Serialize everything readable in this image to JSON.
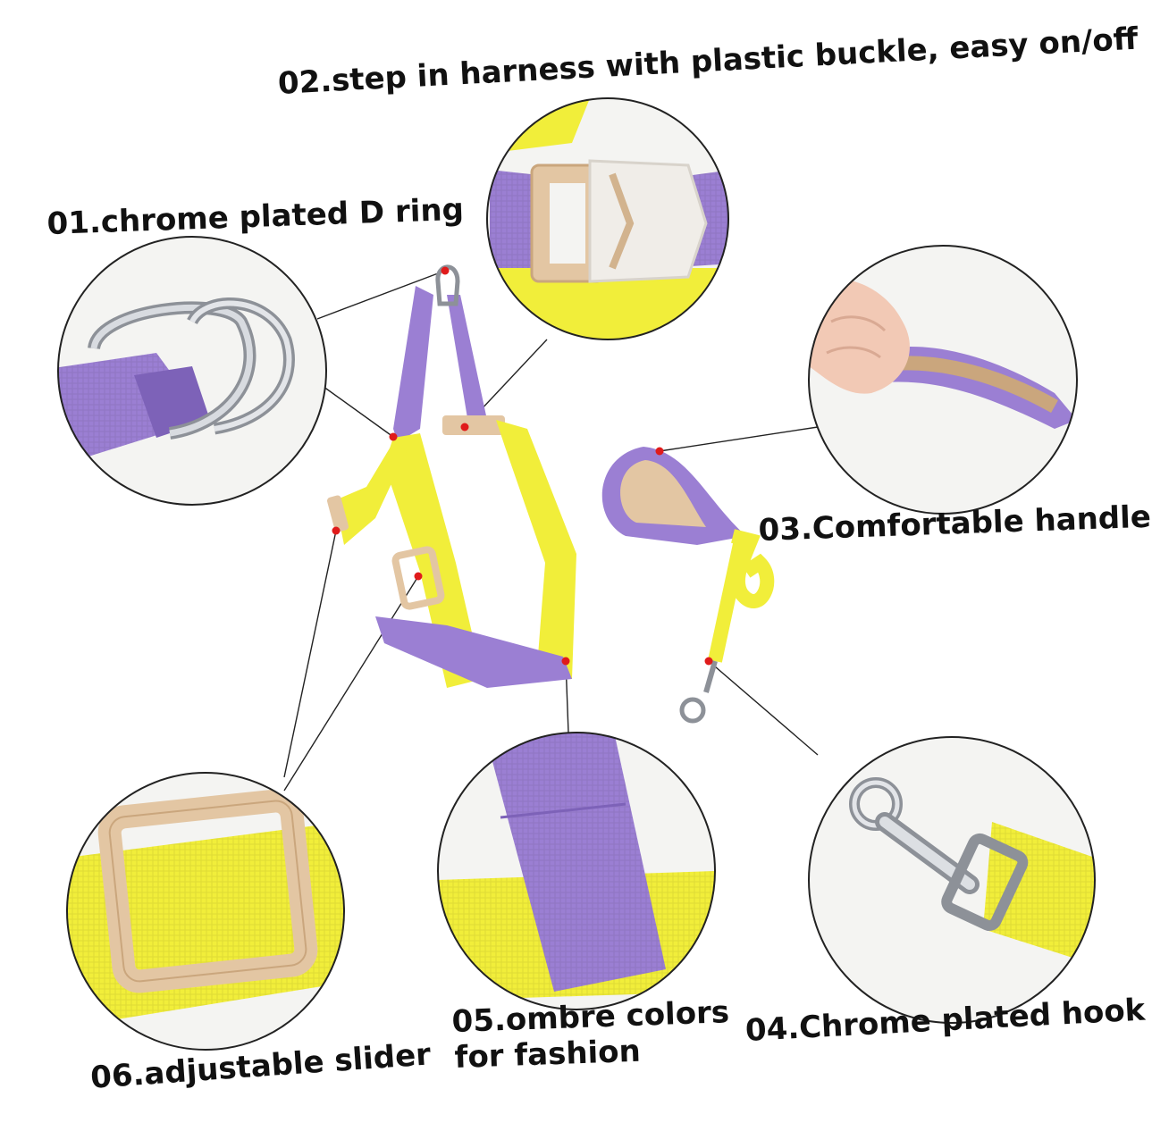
{
  "labels": {
    "d_ring": "01.chrome plated D ring",
    "buckle": "02.step in harness with plastic buckle, easy on/off",
    "handle": "03.Comfortable handle",
    "hook": "04.Chrome plated hook",
    "ombre_line1": "05.ombre colors",
    "ombre_line2": "for fashion",
    "slider": "06.adjustable slider"
  },
  "colors": {
    "yellow": "#f1ee3a",
    "yellow_dark": "#d6d21f",
    "purple": "#9b7fd3",
    "purple_dark": "#7d62b8",
    "tan": "#e3c6a3",
    "tan_dark": "#caa67d",
    "chrome": "#c9ccd1",
    "chrome_dark": "#8d9198",
    "marker": "#e01b1b",
    "line": "#222222",
    "circle_border": "#222222"
  }
}
